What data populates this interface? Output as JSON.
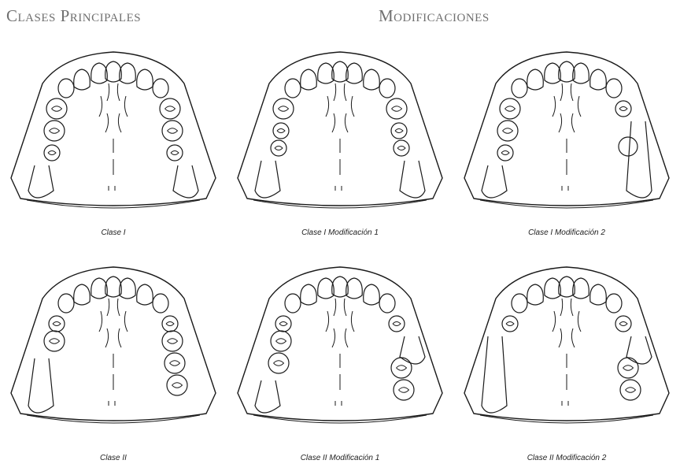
{
  "headings": {
    "left": "Clases Principales",
    "right": "Modificaciones"
  },
  "stroke_color": "#1a1a1a",
  "panels": [
    {
      "caption": "Clase I",
      "left": {
        "anterior": [
          "molar",
          "molar",
          "premolar"
        ],
        "saddle": "free-end"
      },
      "right": {
        "anterior": [
          "molar",
          "molar",
          "premolar"
        ],
        "saddle": "free-end"
      },
      "gap_anterior": false
    },
    {
      "caption": "Clase I Modificación 1",
      "left": {
        "anterior": [
          "molar",
          "premolar",
          "premolar"
        ],
        "saddle": "free-end"
      },
      "right": {
        "anterior": [
          "molar",
          "premolar",
          "premolar"
        ],
        "saddle": "free-end"
      },
      "gap_anterior": true
    },
    {
      "caption": "Clase I Modificación 2",
      "left": {
        "anterior": [
          "molar",
          "molar",
          "premolar"
        ],
        "saddle": "free-end"
      },
      "right": {
        "anterior": [
          "premolar"
        ],
        "saddle": "free-end",
        "bounded_tooth": "molar"
      },
      "gap_anterior": true
    },
    {
      "caption": "Clase II",
      "left": {
        "anterior": [
          "premolar",
          "molar"
        ],
        "saddle": "free-end"
      },
      "right": {
        "anterior": [
          "premolar",
          "molar",
          "molar",
          "molar"
        ],
        "saddle": "none"
      },
      "gap_anterior": false
    },
    {
      "caption": "Clase II Modificación 1",
      "left": {
        "anterior": [
          "premolar",
          "molar",
          "molar"
        ],
        "saddle": "free-end"
      },
      "right": {
        "anterior": [
          "premolar"
        ],
        "saddle": "bounded",
        "posterior": [
          "molar",
          "molar"
        ]
      },
      "gap_anterior": false
    },
    {
      "caption": "Clase II Modificación 2",
      "left": {
        "anterior": [
          "premolar"
        ],
        "saddle": "free-end"
      },
      "right": {
        "anterior": [
          "premolar"
        ],
        "saddle": "bounded",
        "posterior": [
          "molar",
          "molar"
        ]
      },
      "gap_anterior": false
    }
  ]
}
